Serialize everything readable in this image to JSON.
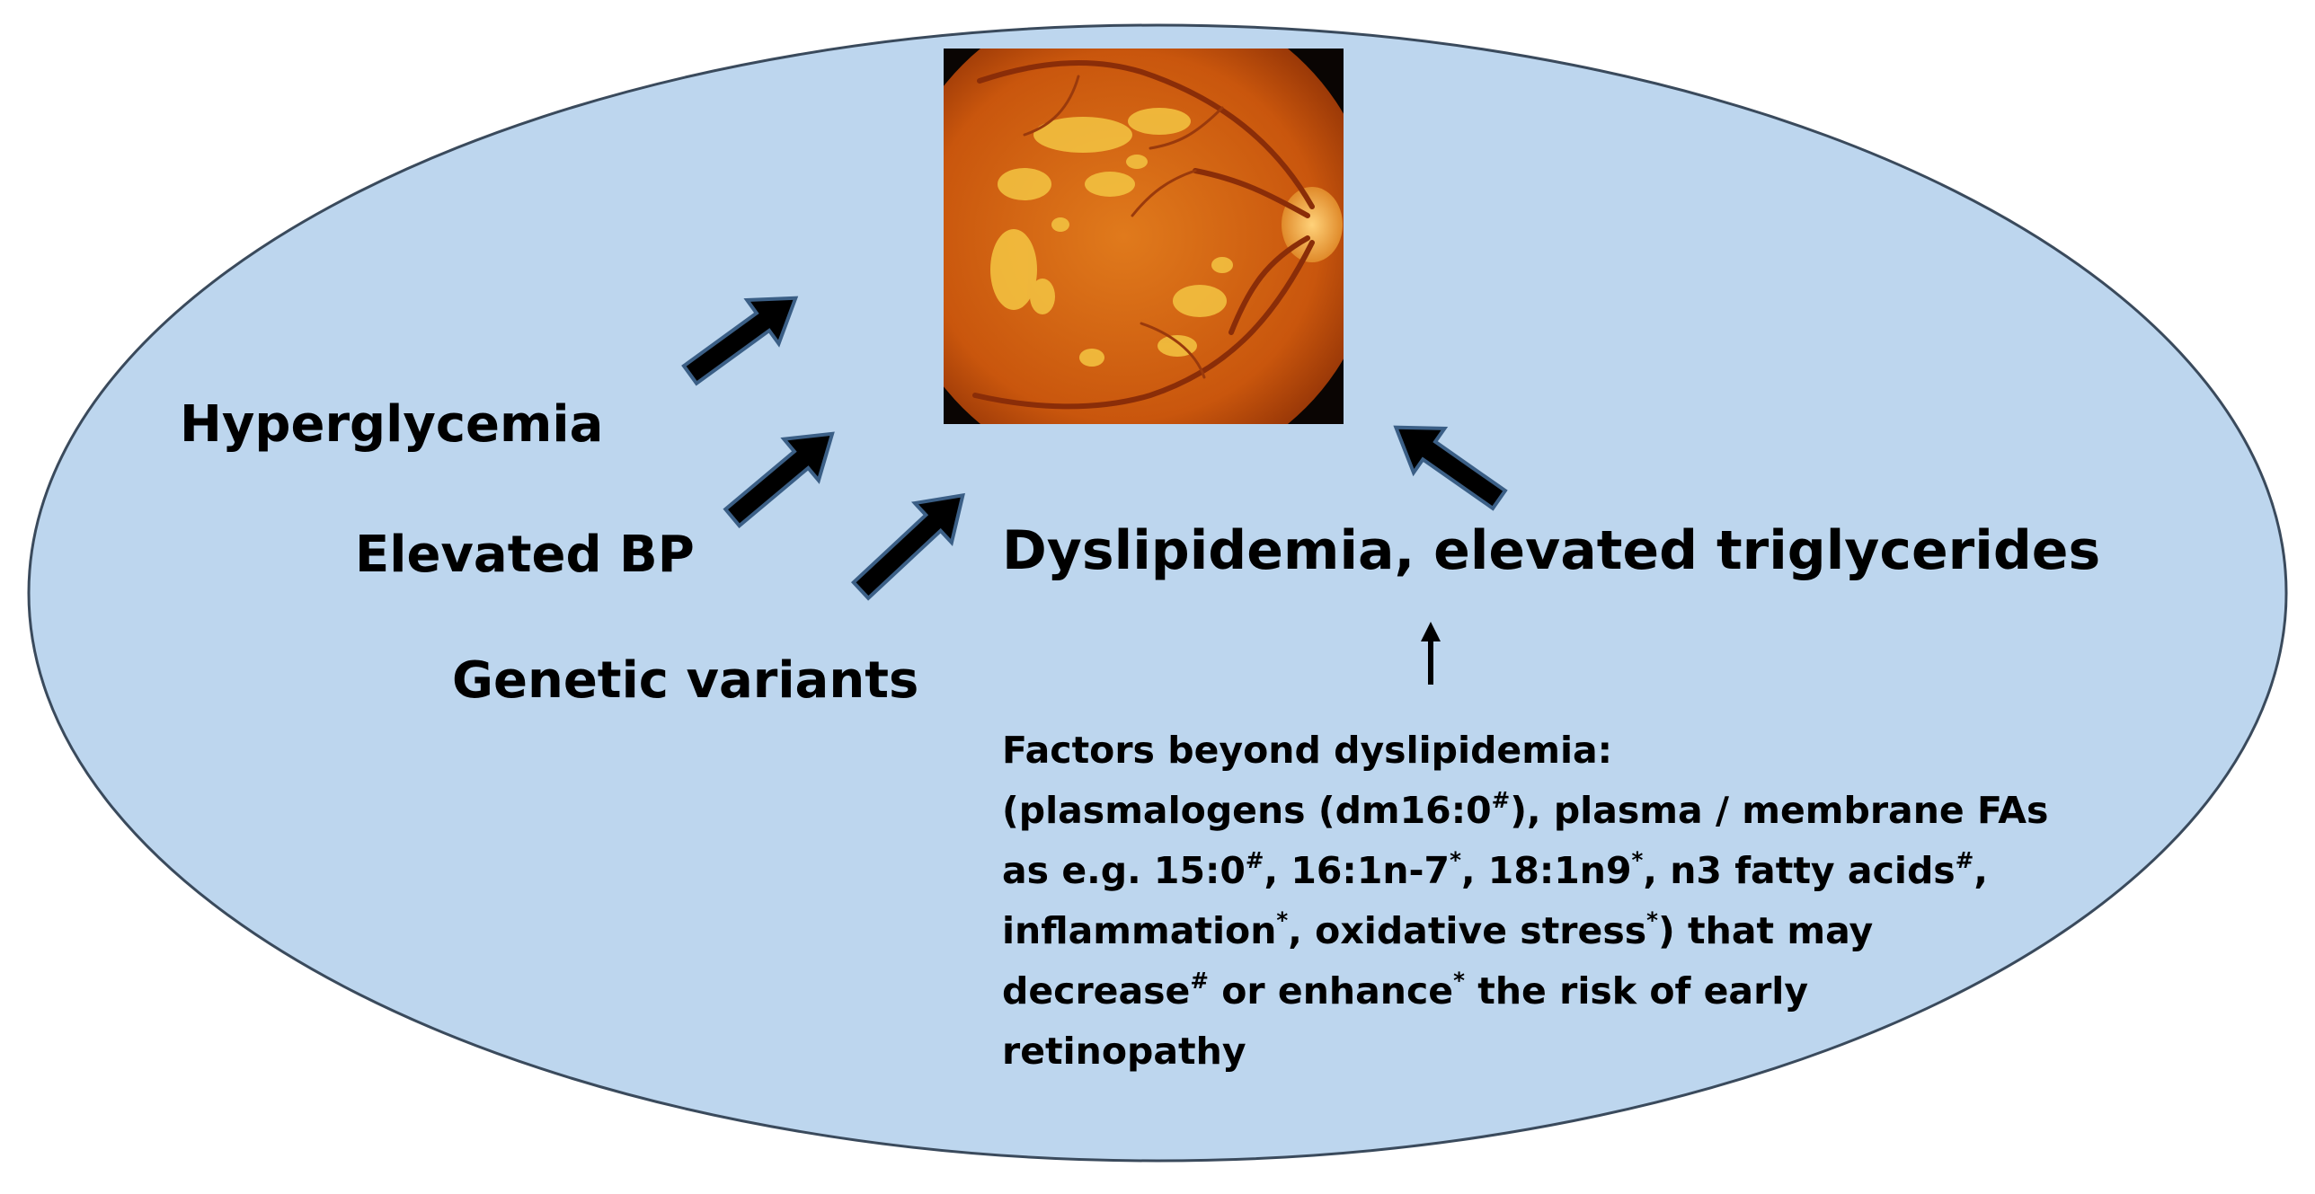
{
  "colors": {
    "ellipse_fill": "#bdd6ee",
    "ellipse_stroke": "#3a4a5c",
    "arrow_fill": "#000000",
    "arrow_edge": "#3b5f86",
    "fundus_base": "#d4650f",
    "fundus_exudate": "#f4c542"
  },
  "image": {
    "content": "retinal fundus photograph",
    "icon": "fundus-photo"
  },
  "factors": {
    "hyperglycemia": "Hyperglycemia",
    "elevated_bp": "Elevated BP",
    "genetic_variants": "Genetic variants",
    "dyslipidemia": "Dyslipidemia, elevated triglycerides"
  },
  "beyond": {
    "l1": "Factors beyond dyslipidemia:",
    "l2a": "(plasmalogens (dm16:0",
    "l2a_sup": "#",
    "l2b": "), plasma / membrane FAs",
    "l3a": "as e.g. 15:0",
    "l3a_sup": "#",
    "l3b": ", 16:1n-7",
    "l3b_sup": "*",
    "l3c": ", 18:1n9",
    "l3c_sup": "*",
    "l3d": ", n3 fatty acids",
    "l3d_sup": "#",
    "l3e": ",",
    "l4a": "inflammation",
    "l4a_sup": "*",
    "l4b": ", oxidative stress",
    "l4b_sup": "*",
    "l4c": ") that may",
    "l5a": "decrease",
    "l5a_sup": "#",
    "l5b": " or enhance",
    "l5b_sup": "*",
    "l5c": " the risk of early",
    "l6": "retinopathy"
  }
}
